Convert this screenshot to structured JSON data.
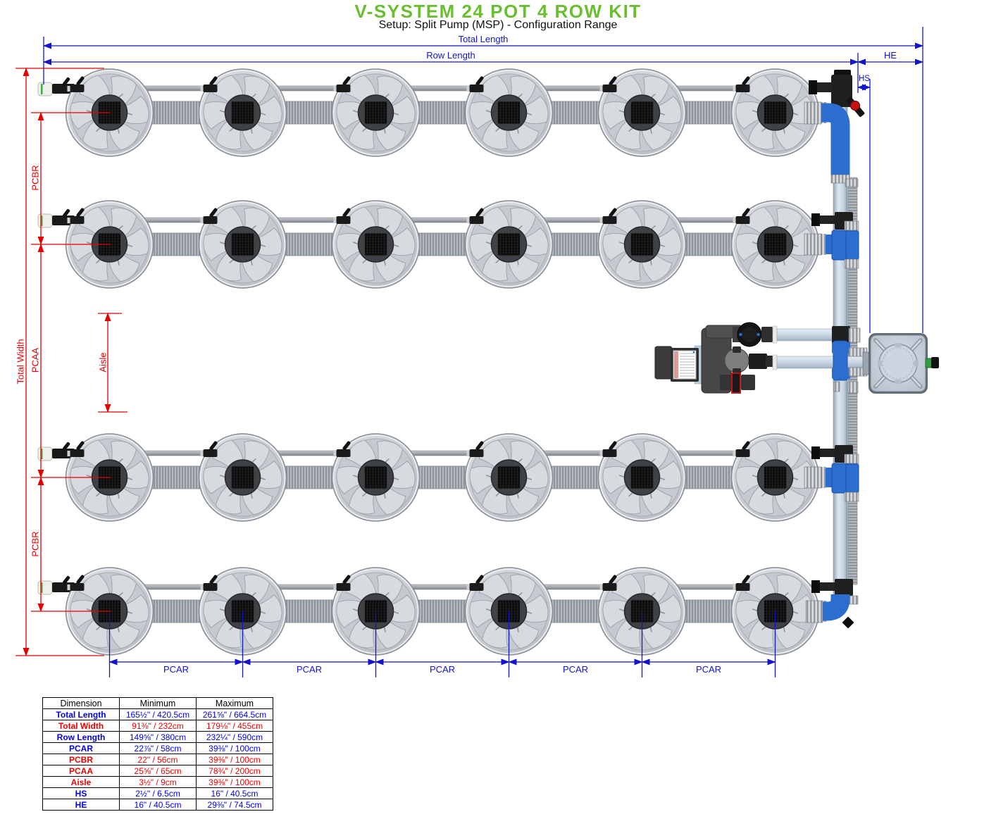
{
  "header": {
    "title": "V-SYSTEM 24 POT 4 ROW KIT",
    "subtitle": "Setup: Split Pump (MSP) - Configuration Range"
  },
  "colors": {
    "accent_green": "#6abe30",
    "dimension_blue": "#1414cc",
    "dimension_red": "#e80000",
    "fitting_blue": "#2b6ed0",
    "pipe_gray": "#c9d6e2",
    "pot_gray": "#c9cdd3"
  },
  "diagram": {
    "rows": 4,
    "pots_per_row": 6,
    "total_pots": 24,
    "components": {
      "pot": "grow-pot-top-view",
      "row_hose": "corrugated-hose",
      "feed_line": "thin-feed-pipe",
      "manifold": "right-return-manifold",
      "pump": "split-pump-assembly",
      "reservoir": "square-reservoir-tank"
    }
  },
  "dimensions": {
    "total_length": "Total Length",
    "row_length": "Row Length",
    "he": "HE",
    "hs": "HS",
    "total_width": "Total Width",
    "pcbr": "PCBR",
    "pcaa": "PCAA",
    "aisle": "Aisle",
    "pcar": "PCAR"
  },
  "table": {
    "headers": [
      "Dimension",
      "Minimum",
      "Maximum"
    ],
    "rows": [
      {
        "label": "Total Length",
        "min": "165½\" / 420.5cm",
        "max": "261⅝\" / 664.5cm",
        "color": "blue"
      },
      {
        "label": "Total Width",
        "min": "91⅜\" / 232cm",
        "max": "179⅛\" / 455cm",
        "color": "red"
      },
      {
        "label": "Row Length",
        "min": "149⅝\" / 380cm",
        "max": "232¼\" / 590cm",
        "color": "blue"
      },
      {
        "label": "PCAR",
        "min": "22⅞\" / 58cm",
        "max": "39⅜\" / 100cm",
        "color": "blue"
      },
      {
        "label": "PCBR",
        "min": "22\" / 56cm",
        "max": "39⅜\" / 100cm",
        "color": "red"
      },
      {
        "label": "PCAA",
        "min": "25⅝\" / 65cm",
        "max": "78¾\" / 200cm",
        "color": "red"
      },
      {
        "label": "Aisle",
        "min": "3½\" / 9cm",
        "max": "39⅜\" / 100cm",
        "color": "red"
      },
      {
        "label": "HS",
        "min": "2½\" / 6.5cm",
        "max": "16\" / 40.5cm",
        "color": "blue"
      },
      {
        "label": "HE",
        "min": "16\" / 40.5cm",
        "max": "29⅜\" / 74.5cm",
        "color": "blue"
      }
    ]
  }
}
